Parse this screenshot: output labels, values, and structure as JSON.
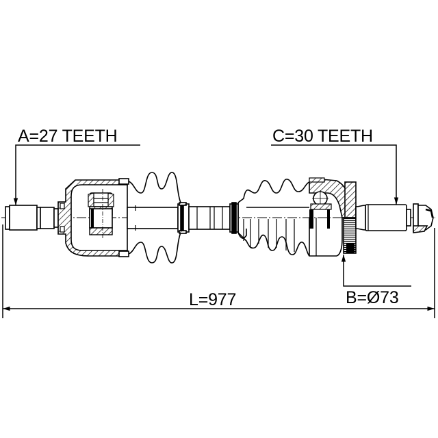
{
  "drawing": {
    "title": "CV drive shaft assembly technical drawing",
    "line_color": "#000000",
    "background": "#ffffff"
  },
  "annotations": {
    "spline_a": {
      "label": "A=27 TEETH",
      "target": "inner-joint-stub-spline"
    },
    "spline_c": {
      "label": "C=30 TEETH",
      "target": "outer-joint-stub-spline"
    },
    "abs_ring_b": {
      "label": "B=Ø73",
      "target": "abs-tone-ring"
    },
    "length_l": {
      "label": "L=977",
      "target": "overall-length"
    }
  }
}
